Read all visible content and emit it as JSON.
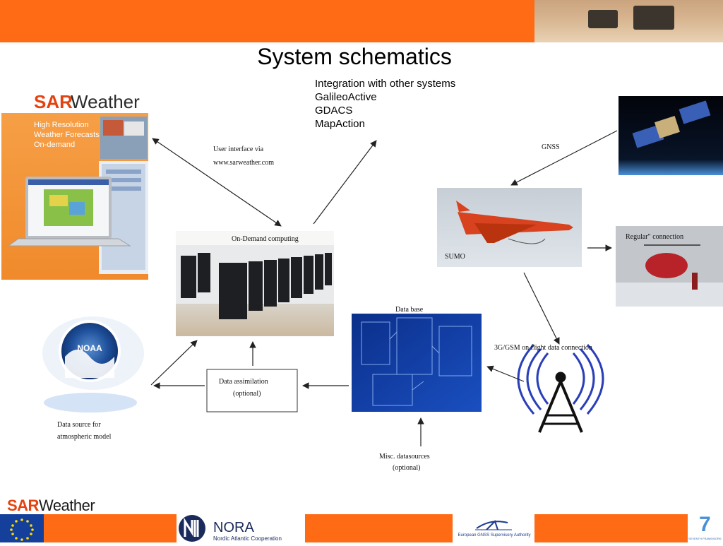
{
  "slide": {
    "title": "System schematics",
    "integration": {
      "heading": "Integration with other systems",
      "items": [
        "GalileoActive",
        "GDACS",
        "MapAction"
      ]
    }
  },
  "sarweather_panel": {
    "logo_sar": "SAR",
    "logo_weather": "Weather",
    "tagline": [
      "High Resolution",
      "Weather Forecasts",
      "On-demand"
    ]
  },
  "labels": {
    "user_interface_1": "User interface via",
    "user_interface_2": "www.sarweather.com",
    "on_demand": "On-Demand computing",
    "gnss": "GNSS",
    "sumo": "SUMO",
    "regular": "Regular\" connection",
    "database": "Data base",
    "gsm": "3G/GSM on flight data connection",
    "assim_1": "Data assimilation",
    "assim_2": "(optional)",
    "source_1": "Data source for",
    "source_2": "atmospheric model",
    "misc_1": "Misc. datasources",
    "misc_2": "(optional)",
    "noaa_badge": "NOAA"
  },
  "footer": {
    "logo_sar": "SAR",
    "logo_weather": "Weather",
    "nora": "NORA",
    "nora_sub": "Nordic Atlantic Cooperation",
    "gsa": "European GNSS Supervisory Authority",
    "fp7_digit": "7",
    "fp7_sub": "SEVENTH FRAMEWORK PROGRAMME"
  },
  "colors": {
    "accent_orange": "#ff6a14",
    "sar_red": "#e4420f",
    "eu_blue": "#143f9b",
    "nora_navy": "#1b2a5c"
  }
}
